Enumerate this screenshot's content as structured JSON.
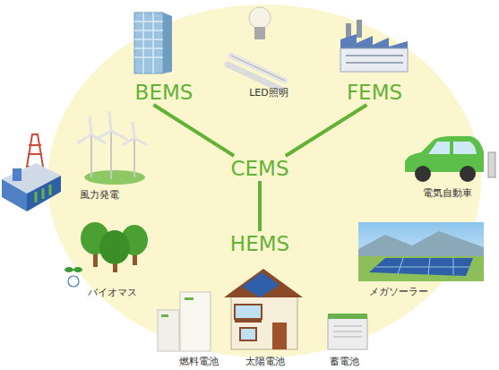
{
  "diagram": {
    "nodes": [
      {
        "text": [
          "BEMS"
        ]
      },
      {
        "text": [
          "FEMS"
        ]
      },
      {
        "text": [
          "CEMS"
        ]
      },
      {
        "text": [
          "HEMS"
        ]
      }
    ],
    "edges": [
      {
        "from": 2,
        "to": 0,
        "arrow": "none"
      },
      {
        "from": 2,
        "to": 1,
        "arrow": "none"
      },
      {
        "from": 2,
        "to": 3,
        "arrow": "none"
      }
    ],
    "labels": [
      "LED照明",
      "風力発電",
      "電気自動車",
      "メガソーラー",
      "バイオマス",
      "燃料電池",
      "太陽電池",
      "蓄電池"
    ]
  }
}
